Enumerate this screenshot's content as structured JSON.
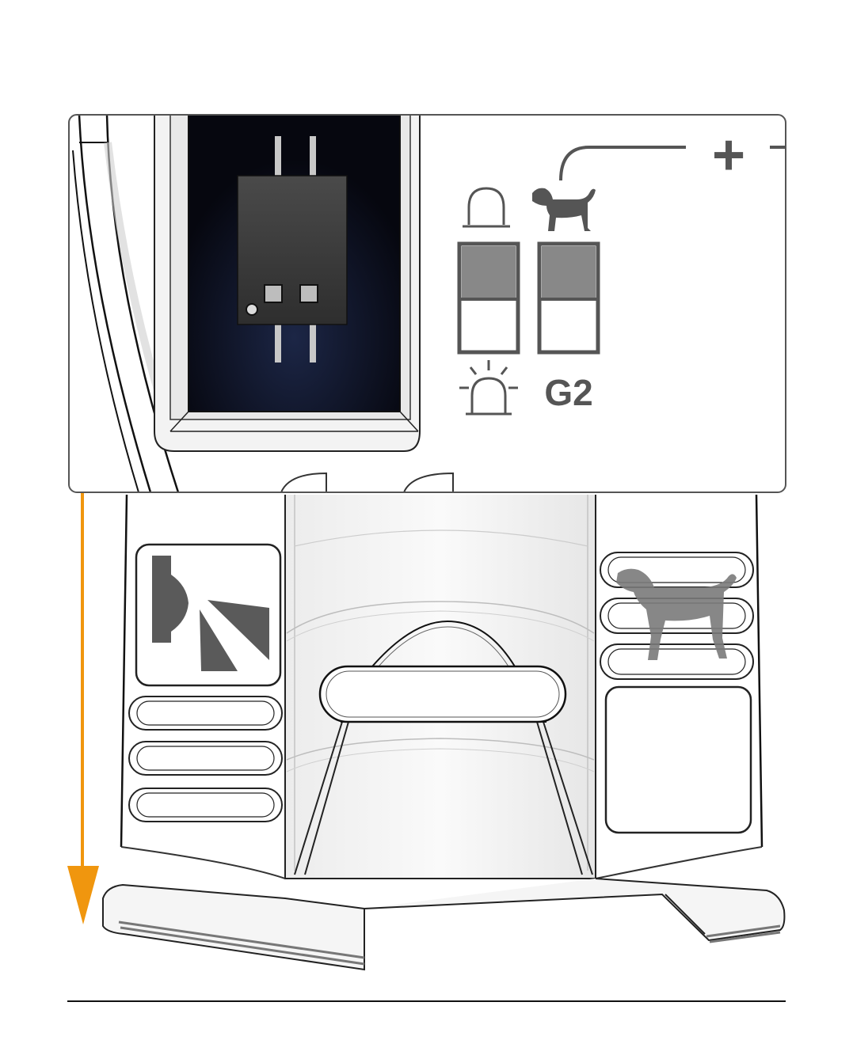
{
  "figure": {
    "switch_left": {
      "top_icon": "beacon-off-icon",
      "bottom_icon": "beacon-flashing-icon",
      "position": "up"
    },
    "switch_right": {
      "top_icon": "dog-icon",
      "bottom_label": "G2",
      "position": "up"
    },
    "plus_symbol": "+",
    "direction_arrow": {
      "icon": "arrow-down-icon",
      "direction": "down"
    },
    "device_panel_icons": [
      "light-cone-icon",
      "dog-icon"
    ]
  },
  "colors": {
    "arrow": "#F0960E",
    "switch_fill": "#888888",
    "icon": "#555555",
    "module": "#3a3a3a",
    "slot_bg": "#0b0d1c"
  }
}
